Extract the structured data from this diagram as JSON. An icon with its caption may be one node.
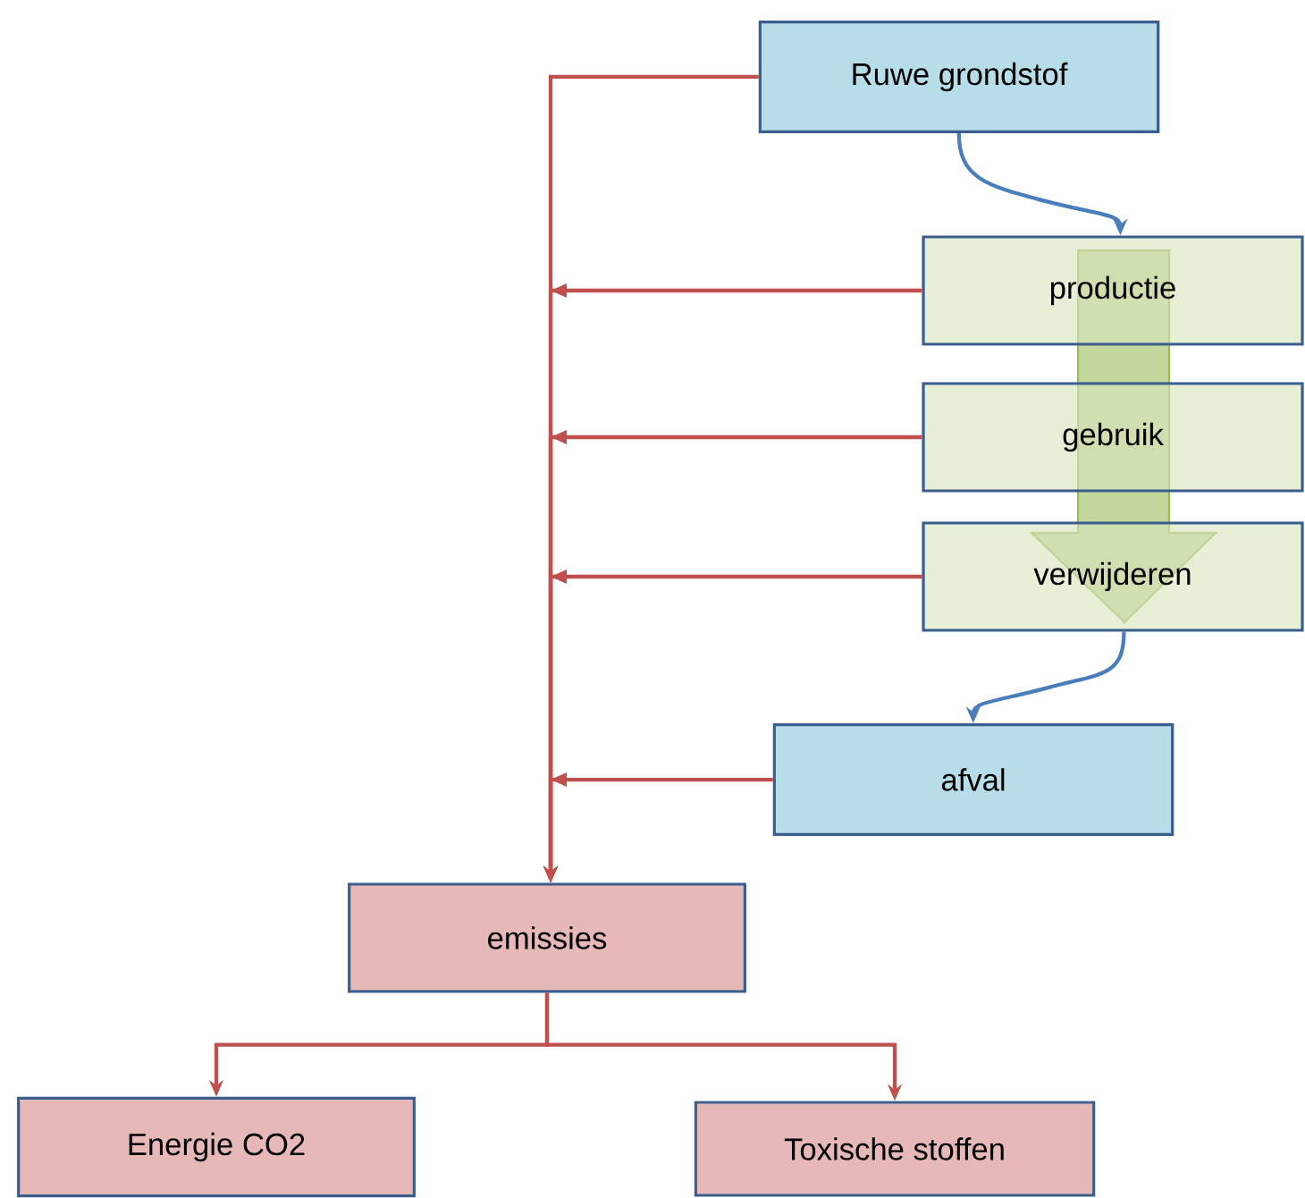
{
  "diagram": {
    "nodes": [
      {
        "text": [
          "Ruwe grondstof"
        ]
      },
      {
        "text": [
          "productie"
        ]
      },
      {
        "text": [
          "gebruik"
        ]
      },
      {
        "text": [
          "verwijderen"
        ]
      },
      {
        "text": [
          "afval"
        ]
      },
      {
        "text": [
          "emissies"
        ]
      },
      {
        "text": [
          "Energie CO2"
        ]
      },
      {
        "text": [
          "Toxische stoffen"
        ]
      }
    ],
    "edges": [
      {
        "from": 0,
        "to": 1,
        "arrow": "to",
        "color": "#4a7ebb"
      },
      {
        "from": 3,
        "to": 4,
        "arrow": "to",
        "color": "#4a7ebb"
      },
      {
        "from": 0,
        "to": 5,
        "arrow": "to"
      },
      {
        "from": 1,
        "to": 5,
        "arrow": "to"
      },
      {
        "from": 2,
        "to": 5,
        "arrow": "to"
      },
      {
        "from": 3,
        "to": 5,
        "arrow": "to"
      },
      {
        "from": 4,
        "to": 5,
        "arrow": "to"
      },
      {
        "from": 5,
        "to": 6,
        "arrow": "to"
      },
      {
        "from": 5,
        "to": 7,
        "arrow": "to"
      },
      {
        "from": 1,
        "to": 3,
        "arrow": "to",
        "style": "thick",
        "color": "#c3d69b"
      }
    ]
  }
}
